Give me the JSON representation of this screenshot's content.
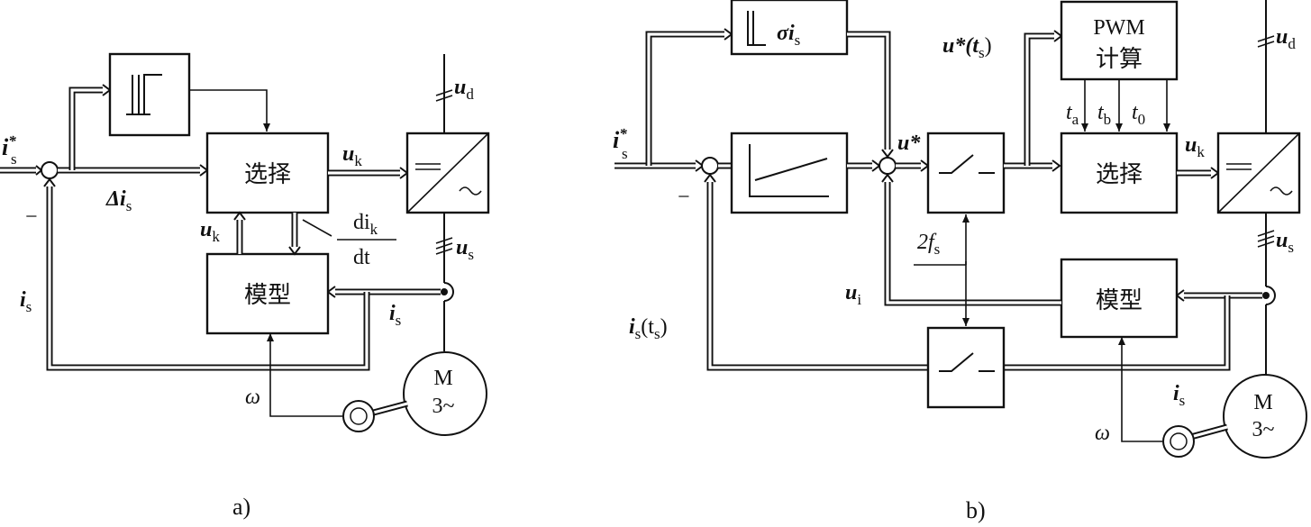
{
  "diagram_a": {
    "caption": "a)",
    "select_block": "选择",
    "model_block": "模型",
    "motor_line1": "M",
    "motor_line2": "3~",
    "ref_current": "i",
    "ref_current_sub": "s",
    "ref_current_sup": "*",
    "minus": "−",
    "delta_current": "Δi",
    "delta_current_sub": "s",
    "switch_vector_out": "u",
    "switch_vector_out_sub": "k",
    "switch_vector_fb": "u",
    "switch_vector_fb_sub": "k",
    "deriv_num": "di",
    "deriv_num_sub": "k",
    "deriv_den": "dt",
    "dc_voltage": "u",
    "dc_voltage_sub": "d",
    "stator_voltage": "u",
    "stator_voltage_sub": "s",
    "stator_current_left": "i",
    "stator_current_left_sub": "s",
    "stator_current_right": "i",
    "stator_current_right_sub": "s",
    "speed": "ω"
  },
  "diagram_b": {
    "caption": "b)",
    "select_block": "选择",
    "model_block": "模型",
    "pwm_line1": "PWM",
    "pwm_line2": "计算",
    "sigma_block": "σi",
    "sigma_block_sub": "s",
    "motor_line1": "M",
    "motor_line2": "3~",
    "ref_current": "i",
    "ref_current_sub": "s",
    "ref_current_sup": "*",
    "minus": "−",
    "u_star": "u*",
    "u_star_ts": "u*(t",
    "u_star_ts_sub": "s",
    "u_star_ts_close": ")",
    "t_a": "t",
    "t_a_sub": "a",
    "t_b": "t",
    "t_b_sub": "b",
    "t_0": "t",
    "t_0_sub": "0",
    "switch_vector_out": "u",
    "switch_vector_out_sub": "k",
    "dc_voltage": "u",
    "dc_voltage_sub": "d",
    "stator_voltage": "u",
    "stator_voltage_sub": "s",
    "sample_freq": "2f",
    "sample_freq_sub": "s",
    "induced_voltage": "u",
    "induced_voltage_sub": "i",
    "sampled_current": "i",
    "sampled_current_sub": "s",
    "sampled_current_ts": "(t",
    "sampled_current_ts_sub": "s",
    "sampled_current_close": ")",
    "stator_current": "i",
    "stator_current_sub": "s",
    "speed": "ω"
  }
}
